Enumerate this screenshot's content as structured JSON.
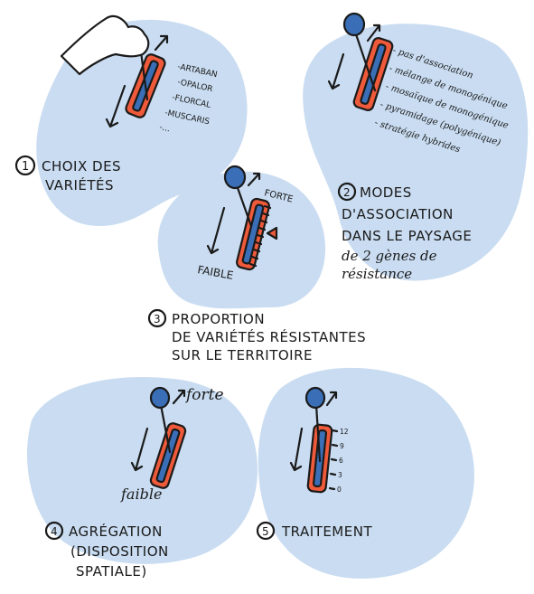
{
  "colors": {
    "blob": "#c9dcf1",
    "slot": "#ee5a3a",
    "handle": "#3a6fb7",
    "ink": "#1a1a1a"
  },
  "panel1": {
    "number": "1",
    "title_line1": "CHOIX DES",
    "title_line2": "VARIÉTÉS",
    "options": [
      "-ARTABAN",
      "-OPALOR",
      "-FLORCAL",
      "-MUSCARIS",
      "-..."
    ]
  },
  "panel2": {
    "number": "2",
    "title_line1": "MODES",
    "title_line2": "D'ASSOCIATION",
    "title_line3": "DANS LE PAYSAGE",
    "title_line4": "de 2 gènes de",
    "title_line5": "résistance",
    "options": [
      "- pas d'association",
      "- mélange de monogénique",
      "- mosaïque de monogénique",
      "- pyramidage (polygénique)",
      "- stratégie hybrides"
    ]
  },
  "panel3": {
    "number": "3",
    "title_line1": "PROPORTION",
    "title_line2": "DE VARIÉTÉS RÉSISTANTES",
    "title_line3": "SUR LE TERRITOIRE",
    "high_label": "FORTE",
    "low_label": "FAIBLE"
  },
  "panel4": {
    "number": "4",
    "title_line1": "AGRÉGATION",
    "title_line2": "(DISPOSITION",
    "title_line3": "SPATIALE)",
    "high_label": "forte",
    "low_label": "faible"
  },
  "panel5": {
    "number": "5",
    "title": "TRAITEMENT",
    "scale": [
      "12",
      "9",
      "6",
      "3",
      "0"
    ]
  }
}
